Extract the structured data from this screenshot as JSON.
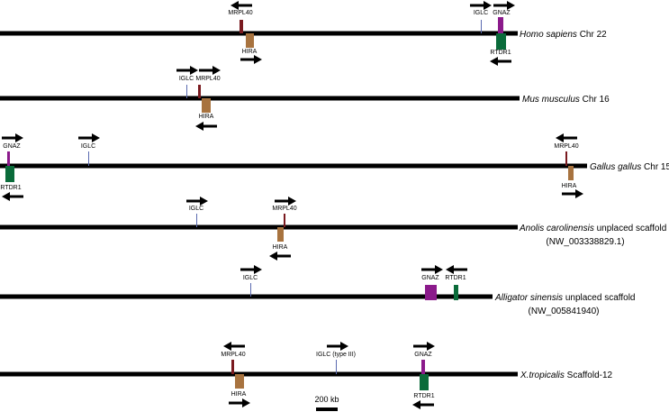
{
  "colors": {
    "chromosome": "#000000",
    "MRPL40": "#7a1a1f",
    "HIRA": "#a8733f",
    "IGLC": "#5a6ab0",
    "GNAZ": "#8b1a8b",
    "RTDR1": "#0a6b3a"
  },
  "tracks": [
    {
      "species": "Homo sapiens",
      "suffix": " Chr 22",
      "subtitle": "",
      "genes": [
        {
          "name": "MRPL40",
          "strand": "-"
        },
        {
          "name": "HIRA",
          "strand": "+"
        },
        {
          "name": "IGLC",
          "strand": "+"
        },
        {
          "name": "GNAZ",
          "strand": "+"
        },
        {
          "name": "RTDR1",
          "strand": "-"
        }
      ]
    },
    {
      "species": "Mus musculus",
      "suffix": " Chr 16",
      "subtitle": "",
      "genes": [
        {
          "name": "IGLC",
          "strand": "+"
        },
        {
          "name": "MRPL40",
          "strand": "+"
        },
        {
          "name": "HIRA",
          "strand": "-"
        }
      ]
    },
    {
      "species": "Gallus gallus",
      "suffix": " Chr 15",
      "subtitle": "",
      "genes": [
        {
          "name": "GNAZ",
          "strand": "+"
        },
        {
          "name": "RTDR1",
          "strand": "-"
        },
        {
          "name": "IGLC",
          "strand": "+"
        },
        {
          "name": "MRPL40",
          "strand": "-"
        },
        {
          "name": "HIRA",
          "strand": "+"
        }
      ]
    },
    {
      "species": "Anolis carolinensis",
      "suffix": " unplaced scaffold",
      "subtitle": "(NW_003338829.1)",
      "genes": [
        {
          "name": "IGLC",
          "strand": "+"
        },
        {
          "name": "MRPL40",
          "strand": "+"
        },
        {
          "name": "HIRA",
          "strand": "-"
        }
      ]
    },
    {
      "species": "Alligator sinensis",
      "suffix": " unplaced scaffold",
      "subtitle": "(NW_005841940)",
      "genes": [
        {
          "name": "IGLC",
          "strand": "+"
        },
        {
          "name": "GNAZ",
          "strand": "+"
        },
        {
          "name": "RTDR1",
          "strand": "-"
        }
      ]
    },
    {
      "species": "X.tropicalis",
      "suffix": " Scaffold-12",
      "subtitle": "",
      "genes": [
        {
          "name": "MRPL40",
          "strand": "-"
        },
        {
          "name": "HIRA",
          "strand": "+"
        },
        {
          "name": "IGLC (type III)",
          "strand": "+"
        },
        {
          "name": "GNAZ",
          "strand": "+"
        },
        {
          "name": "RTDR1",
          "strand": "-"
        }
      ]
    }
  ],
  "scale_bar": {
    "label": "200 kb"
  }
}
